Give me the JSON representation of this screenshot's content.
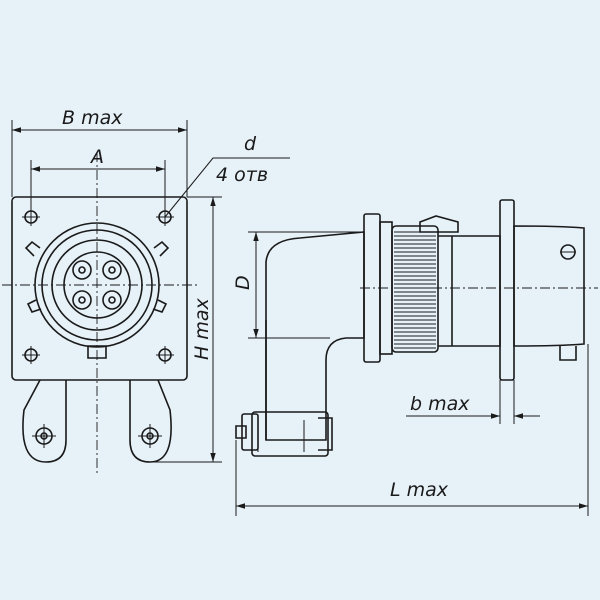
{
  "labels": {
    "b_max": "B max",
    "a": "A",
    "d": "d",
    "holes": "4 отв",
    "h_max": "H max",
    "d_cap": "D",
    "b_small_max": "b max",
    "l_max": "L max"
  },
  "colors": {
    "background": "#e6f1f8",
    "line": "#1a1a1a"
  }
}
